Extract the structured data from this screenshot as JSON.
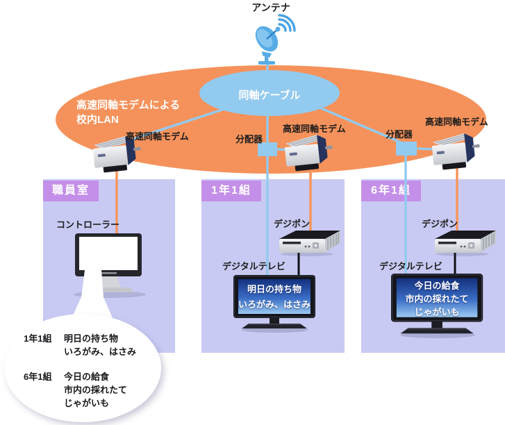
{
  "colors": {
    "lan_ellipse_orange": "#F5925B",
    "coax_blue": "#93CAEF",
    "orange_line": "#F8975C",
    "room_bg": "#C9CAF3",
    "room_header_purple": "#C48FE8",
    "tv_screen_top": "#14307E",
    "tv_screen_bottom": "#9CCAF2"
  },
  "diagram": {
    "antenna_label": "アンテナ",
    "lan_title_line1": "高速同軸モデムによる",
    "lan_title_line2": "校内LAN",
    "coax_label": "同軸ケーブル",
    "modem_label": "高速同軸モデム",
    "splitter_label": "分配器"
  },
  "rooms": {
    "staff": {
      "title": "職員室",
      "controller_label": "コントローラー"
    },
    "class1_1": {
      "title": "1年1組",
      "stb_label": "デジポン",
      "tv_label": "デジタルテレビ",
      "tv_lines": [
        "明日の持ち物",
        "いろがみ、はさみ"
      ]
    },
    "class6_1": {
      "title": "6年1組",
      "stb_label": "デジポン",
      "tv_label": "デジタルテレビ",
      "tv_lines": [
        "今日の給食",
        "市内の採れたて",
        "じゃがいも"
      ]
    }
  },
  "bubble": {
    "rows": [
      {
        "label": "1年1組",
        "text": "明日の持ち物"
      },
      {
        "label": "",
        "text": "いろがみ、はさみ"
      },
      {
        "label": "6年1組",
        "text": "今日の給食"
      },
      {
        "label": "",
        "text": "市内の採れたて"
      },
      {
        "label": "",
        "text": "じゃがいも"
      }
    ]
  }
}
